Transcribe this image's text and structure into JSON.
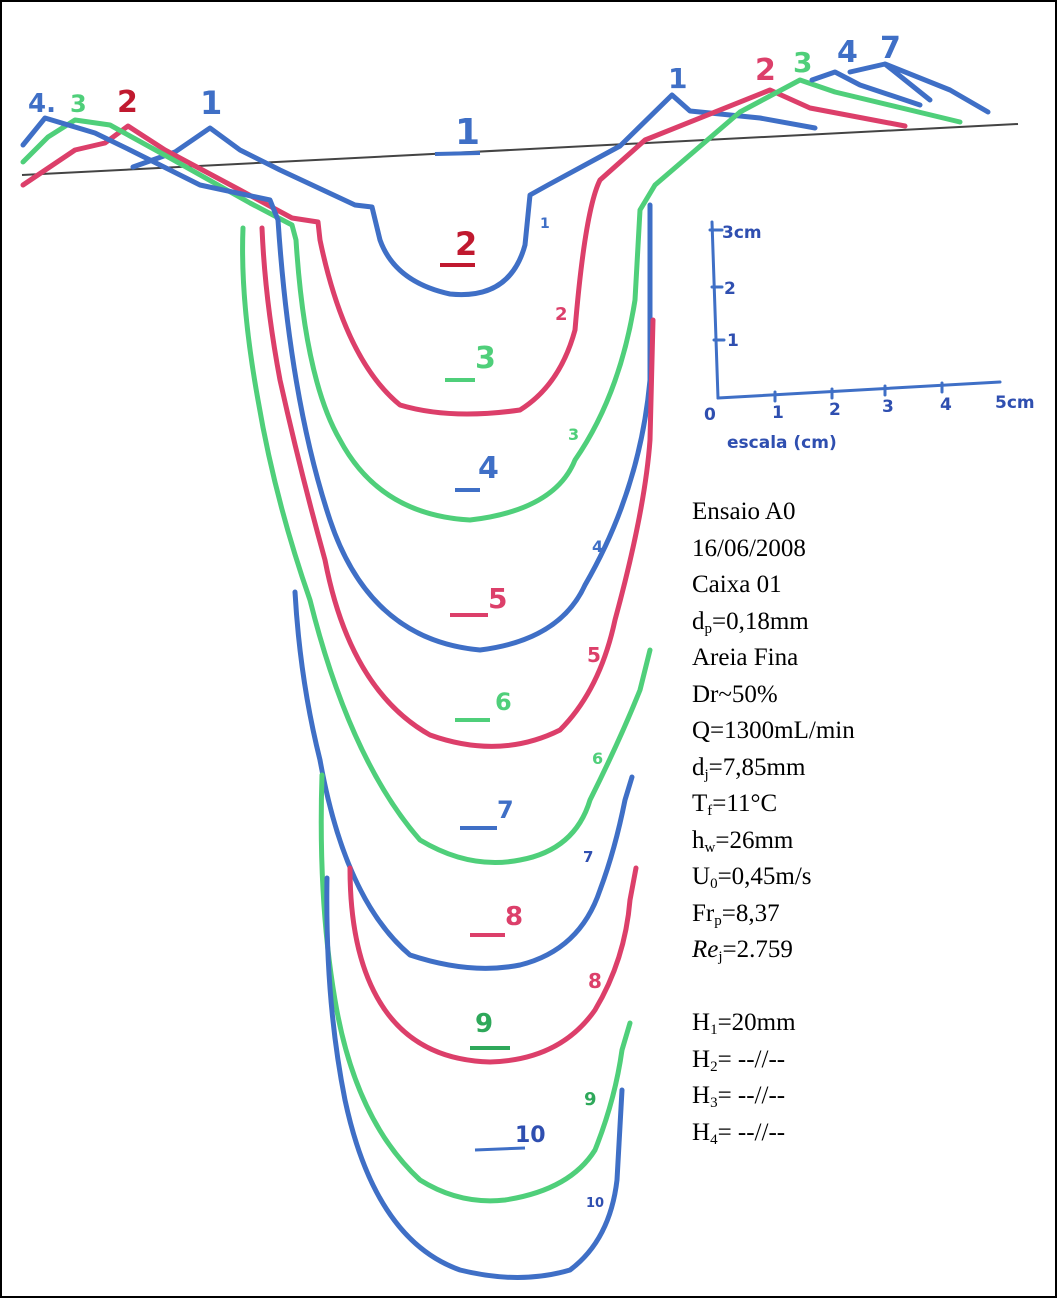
{
  "colors": {
    "blue": "#3f6fc6",
    "red": "#dc3f6a",
    "green": "#4fcf7a",
    "ink": "#000000",
    "dark_red": "#c0192f"
  },
  "diagram": {
    "profile_labels": [
      {
        "text": "1",
        "color": "blue"
      },
      {
        "text": "2",
        "color": "red"
      },
      {
        "text": "3",
        "color": "green"
      },
      {
        "text": "4",
        "color": "blue"
      },
      {
        "text": "5",
        "color": "red"
      },
      {
        "text": "6",
        "color": "green"
      },
      {
        "text": "7",
        "color": "blue"
      },
      {
        "text": "8",
        "color": "red"
      },
      {
        "text": "9",
        "color": "green"
      },
      {
        "text": "10",
        "color": "blue"
      }
    ],
    "left_crest_labels": [
      "4.",
      "3",
      "2",
      "1"
    ],
    "right_crest_labels": [
      "1",
      "2",
      "3",
      "4",
      "7"
    ],
    "small_labels": [
      "1",
      "2",
      "3",
      "4",
      "5",
      "6",
      "7",
      "8",
      "9",
      "10"
    ]
  },
  "scale": {
    "y_ticks": [
      "3cm",
      "2",
      "1"
    ],
    "x_ticks": [
      "0",
      "1",
      "2",
      "3",
      "4",
      "5cm"
    ],
    "caption": "escala (cm)"
  },
  "info": {
    "test": "Ensaio A0",
    "date": "16/06/2008",
    "box": "Caixa 01",
    "dp": {
      "sym": "d",
      "sub": "p",
      "val": "=0,18mm"
    },
    "sand": "Areia Fina",
    "dr": "Dr~50%",
    "q": "Q=1300mL/min",
    "dj": {
      "sym": "d",
      "sub": "j",
      "val": "=7,85mm"
    },
    "tf": {
      "sym": "T",
      "sub": "f",
      "val": "=11°C"
    },
    "hw": {
      "sym": "h",
      "sub": "w",
      "val": "=26mm"
    },
    "u0": {
      "sym": "U",
      "sub": "0",
      "val": "=0,45m/s"
    },
    "frp": {
      "sym": "Fr",
      "sub": "p",
      "val": "=8,37"
    },
    "rej": {
      "sym": "Re",
      "sub": "j",
      "val": "=2.759"
    },
    "h1": {
      "sym": "H",
      "sub": "1",
      "val": "=20mm"
    },
    "h2": {
      "sym": "H",
      "sub": "2",
      "val": "= --//--"
    },
    "h3": {
      "sym": "H",
      "sub": "3",
      "val": "= --//--"
    },
    "h4": {
      "sym": "H",
      "sub": "4",
      "val": "= --//--"
    }
  }
}
